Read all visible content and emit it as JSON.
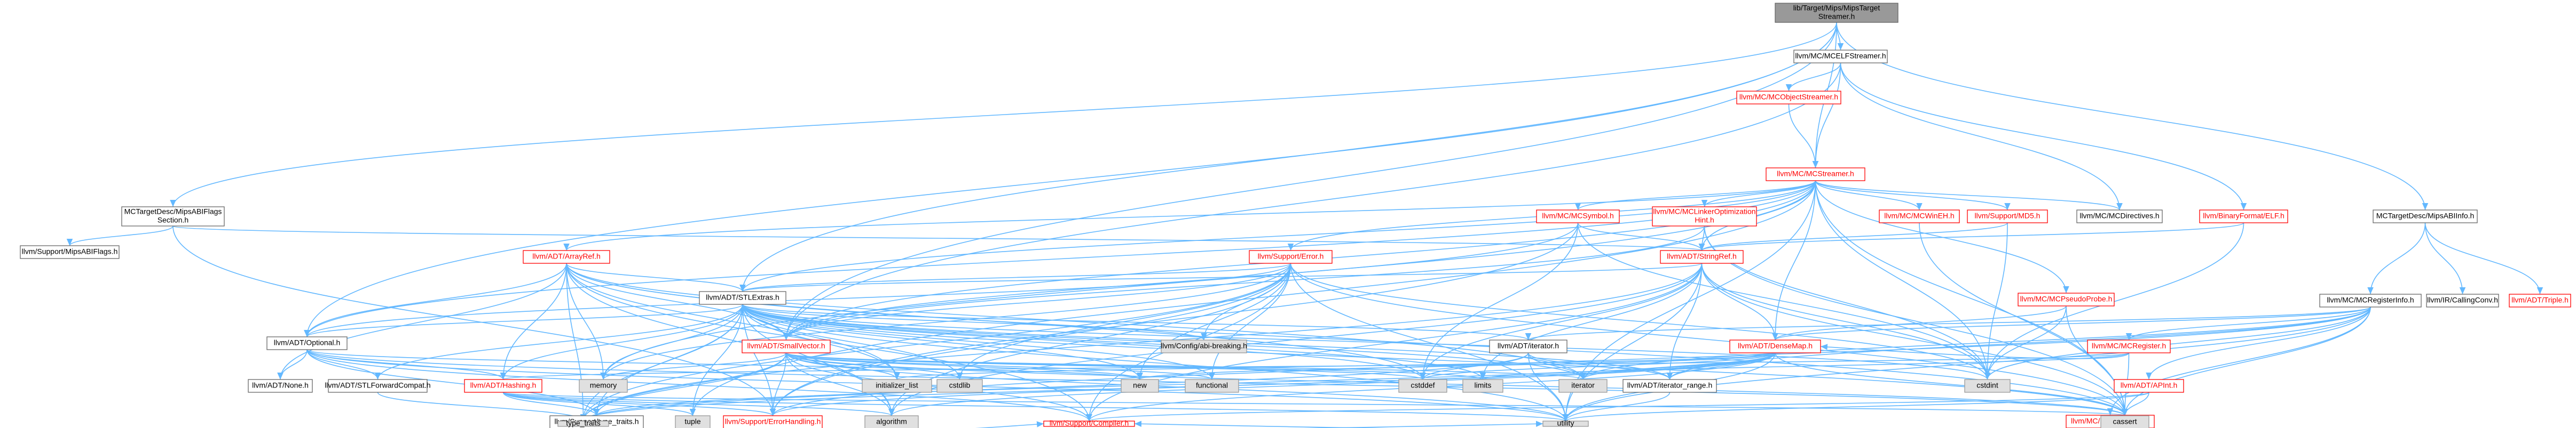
{
  "colors": {
    "edge": "#63b8ff",
    "node_fill": "#ffffff",
    "node_border": "#666666",
    "node_text": "#000000",
    "root_fill": "#999999",
    "highlight_border": "#ff0000",
    "highlight_text": "#ff0000",
    "system_fill": "#e0e0e0",
    "system_border": "#999999"
  },
  "nodes": [
    {
      "id": "root",
      "lines": [
        "lib/Target/Mips/MipsTarget",
        "Streamer.h"
      ],
      "kind": "root"
    },
    {
      "id": "elfstreamer",
      "lines": [
        "llvm/MC/MCELFStreamer.h"
      ],
      "kind": "normal"
    },
    {
      "id": "objectstreamer",
      "lines": [
        "llvm/MC/MCObjectStreamer.h"
      ],
      "kind": "link"
    },
    {
      "id": "mcstreamer",
      "lines": [
        "llvm/MC/MCStreamer.h"
      ],
      "kind": "link"
    },
    {
      "id": "abiflags",
      "lines": [
        "MCTargetDesc/MipsABIFlags",
        "Section.h"
      ],
      "kind": "normal"
    },
    {
      "id": "mipsabiflags",
      "lines": [
        "llvm/Support/MipsABIFlags.h"
      ],
      "kind": "normal"
    },
    {
      "id": "mcsymbol",
      "lines": [
        "llvm/MC/MCSymbol.h"
      ],
      "kind": "link"
    },
    {
      "id": "mclinker",
      "lines": [
        "llvm/MC/MCLinkerOptimization",
        "Hint.h"
      ],
      "kind": "link"
    },
    {
      "id": "winseh",
      "lines": [
        "llvm/MC/MCWinEH.h"
      ],
      "kind": "link"
    },
    {
      "id": "md5",
      "lines": [
        "llvm/Support/MD5.h"
      ],
      "kind": "link"
    },
    {
      "id": "directives",
      "lines": [
        "llvm/MC/MCDirectives.h"
      ],
      "kind": "normal"
    },
    {
      "id": "binaryelf",
      "lines": [
        "llvm/BinaryFormat/ELF.h"
      ],
      "kind": "link"
    },
    {
      "id": "abiinfo",
      "lines": [
        "MCTargetDesc/MipsABIInfo.h"
      ],
      "kind": "normal"
    },
    {
      "id": "arrayref",
      "lines": [
        "llvm/ADT/ArrayRef.h"
      ],
      "kind": "link"
    },
    {
      "id": "error",
      "lines": [
        "llvm/Support/Error.h"
      ],
      "kind": "link"
    },
    {
      "id": "stringref",
      "lines": [
        "llvm/ADT/StringRef.h"
      ],
      "kind": "link"
    },
    {
      "id": "pseudoprobe",
      "lines": [
        "llvm/MC/MCPseudoProbe.h"
      ],
      "kind": "link"
    },
    {
      "id": "registerinfo",
      "lines": [
        "llvm/MC/MCRegisterInfo.h"
      ],
      "kind": "normal"
    },
    {
      "id": "callingconv",
      "lines": [
        "llvm/IR/CallingConv.h"
      ],
      "kind": "normal"
    },
    {
      "id": "triple",
      "lines": [
        "llvm/ADT/Triple.h"
      ],
      "kind": "link"
    },
    {
      "id": "stlextras",
      "lines": [
        "llvm/ADT/STLExtras.h"
      ],
      "kind": "normal"
    },
    {
      "id": "optional",
      "lines": [
        "llvm/ADT/Optional.h"
      ],
      "kind": "normal"
    },
    {
      "id": "smallvector",
      "lines": [
        "llvm/ADT/SmallVector.h"
      ],
      "kind": "link"
    },
    {
      "id": "configbreak",
      "lines": [
        "llvm/Config/abi-breaking.h"
      ],
      "kind": "system"
    },
    {
      "id": "iteratorh",
      "lines": [
        "llvm/ADT/iterator.h"
      ],
      "kind": "normal"
    },
    {
      "id": "densemap",
      "lines": [
        "llvm/ADT/DenseMap.h"
      ],
      "kind": "link"
    },
    {
      "id": "mcregister",
      "lines": [
        "llvm/MC/MCRegister.h"
      ],
      "kind": "link"
    },
    {
      "id": "apint",
      "lines": [
        "llvm/ADT/APInt.h"
      ],
      "kind": "link"
    },
    {
      "id": "lanebitmask",
      "lines": [
        "llvm/MC/LaneBitmask.h"
      ],
      "kind": "link"
    },
    {
      "id": "none",
      "lines": [
        "llvm/ADT/None.h"
      ],
      "kind": "normal"
    },
    {
      "id": "stlforward",
      "lines": [
        "llvm/ADT/STLForwardCompat.h"
      ],
      "kind": "normal"
    },
    {
      "id": "hashing",
      "lines": [
        "llvm/ADT/Hashing.h"
      ],
      "kind": "link"
    },
    {
      "id": "typetraits",
      "lines": [
        "llvm/Support/type_traits.h"
      ],
      "kind": "normal"
    },
    {
      "id": "errorhandling",
      "lines": [
        "llvm/Support/ErrorHandling.h"
      ],
      "kind": "link"
    },
    {
      "id": "compiler",
      "lines": [
        "llvm/Support/Compiler.h"
      ],
      "kind": "link"
    },
    {
      "id": "iterrange",
      "lines": [
        "llvm/ADT/iterator_range.h"
      ],
      "kind": "normal"
    },
    {
      "id": "memory",
      "lines": [
        "memory"
      ],
      "kind": "system"
    },
    {
      "id": "initlist",
      "lines": [
        "initializer_list"
      ],
      "kind": "system"
    },
    {
      "id": "cstdlib",
      "lines": [
        "cstdlib"
      ],
      "kind": "system"
    },
    {
      "id": "new",
      "lines": [
        "new"
      ],
      "kind": "system"
    },
    {
      "id": "functional",
      "lines": [
        "functional"
      ],
      "kind": "system"
    },
    {
      "id": "cstddef",
      "lines": [
        "cstddef"
      ],
      "kind": "system"
    },
    {
      "id": "limits",
      "lines": [
        "limits"
      ],
      "kind": "system"
    },
    {
      "id": "iterator",
      "lines": [
        "iterator"
      ],
      "kind": "system"
    },
    {
      "id": "cstdint",
      "lines": [
        "cstdint"
      ],
      "kind": "system"
    },
    {
      "id": "tuple",
      "lines": [
        "tuple"
      ],
      "kind": "system"
    },
    {
      "id": "algorithm",
      "lines": [
        "algorithm"
      ],
      "kind": "system"
    },
    {
      "id": "cassert",
      "lines": [
        "cassert"
      ],
      "kind": "system"
    },
    {
      "id": "utility",
      "lines": [
        "utility"
      ],
      "kind": "system"
    },
    {
      "id": "typetraitsstd",
      "lines": [
        "type_traits"
      ],
      "kind": "system"
    }
  ],
  "edges": [
    [
      "root",
      "elfstreamer"
    ],
    [
      "root",
      "abiflags"
    ],
    [
      "root",
      "abiinfo"
    ],
    [
      "root",
      "mcstreamer"
    ],
    [
      "root",
      "optional"
    ],
    [
      "root",
      "stlextras"
    ],
    [
      "root",
      "smallvector"
    ],
    [
      "elfstreamer",
      "objectstreamer"
    ],
    [
      "elfstreamer",
      "mcstreamer"
    ],
    [
      "elfstreamer",
      "binaryelf"
    ],
    [
      "elfstreamer",
      "directives"
    ],
    [
      "elfstreamer",
      "smallvector"
    ],
    [
      "objectstreamer",
      "mcstreamer"
    ],
    [
      "abiflags",
      "mipsabiflags"
    ],
    [
      "abiflags",
      "stringref"
    ],
    [
      "abiflags",
      "errorhandling"
    ],
    [
      "mcstreamer",
      "arrayref"
    ],
    [
      "mcstreamer",
      "densemap"
    ],
    [
      "mcstreamer",
      "optional"
    ],
    [
      "mcstreamer",
      "smallvector"
    ],
    [
      "mcstreamer",
      "stringref"
    ],
    [
      "mcstreamer",
      "directives"
    ],
    [
      "mcstreamer",
      "mclinker"
    ],
    [
      "mcstreamer",
      "pseudoprobe"
    ],
    [
      "mcstreamer",
      "winseh"
    ],
    [
      "mcstreamer",
      "error"
    ],
    [
      "mcstreamer",
      "md5"
    ],
    [
      "mcstreamer",
      "mcsymbol"
    ],
    [
      "mcstreamer",
      "cassert"
    ],
    [
      "mcstreamer",
      "cstdint"
    ],
    [
      "mcstreamer",
      "memory"
    ],
    [
      "mcstreamer",
      "tuple"
    ],
    [
      "mcstreamer",
      "utility"
    ],
    [
      "mcstreamer",
      "stlextras"
    ],
    [
      "mcsymbol",
      "stringref"
    ],
    [
      "mcsymbol",
      "smallvector"
    ],
    [
      "mcsymbol",
      "errorhandling"
    ],
    [
      "mcsymbol",
      "cstddef"
    ],
    [
      "mcsymbol",
      "cstdint"
    ],
    [
      "mclinker",
      "smallvector"
    ],
    [
      "mclinker",
      "stringref"
    ],
    [
      "mclinker",
      "cassert"
    ],
    [
      "mclinker",
      "cstdint"
    ],
    [
      "md5",
      "stringref"
    ],
    [
      "md5",
      "cstdint"
    ],
    [
      "binaryelf",
      "stringref"
    ],
    [
      "binaryelf",
      "cstdint"
    ],
    [
      "abiinfo",
      "triple"
    ],
    [
      "abiinfo",
      "callingconv"
    ],
    [
      "abiinfo",
      "registerinfo"
    ],
    [
      "arrayref",
      "hashing"
    ],
    [
      "arrayref",
      "none"
    ],
    [
      "arrayref",
      "smallvector"
    ],
    [
      "arrayref",
      "stlextras"
    ],
    [
      "arrayref",
      "compiler"
    ],
    [
      "arrayref",
      "algorithm"
    ],
    [
      "arrayref",
      "array"
    ],
    [
      "arrayref",
      "cassert"
    ],
    [
      "arrayref",
      "cstddef"
    ],
    [
      "arrayref",
      "initlist"
    ],
    [
      "arrayref",
      "iterator"
    ],
    [
      "arrayref",
      "memory"
    ],
    [
      "arrayref",
      "typetraitsstd"
    ],
    [
      "arrayref",
      "vector"
    ],
    [
      "arrayref",
      "optional"
    ],
    [
      "error",
      "configbreak"
    ],
    [
      "error",
      "stlextras"
    ],
    [
      "error",
      "smallvector"
    ],
    [
      "error",
      "errorhandling"
    ],
    [
      "error",
      "compiler"
    ],
    [
      "error",
      "algorithm"
    ],
    [
      "error",
      "cassert"
    ],
    [
      "error",
      "cstdint"
    ],
    [
      "error",
      "cstdlib"
    ],
    [
      "error",
      "functional"
    ],
    [
      "error",
      "memory"
    ],
    [
      "error",
      "new"
    ],
    [
      "error",
      "optional"
    ],
    [
      "error",
      "string"
    ],
    [
      "error",
      "system_error"
    ],
    [
      "error",
      "typetraitsstd"
    ],
    [
      "error",
      "utility"
    ],
    [
      "error",
      "vector"
    ],
    [
      "stringref",
      "stlextras"
    ],
    [
      "stringref",
      "iterrange"
    ],
    [
      "stringref",
      "compiler"
    ],
    [
      "stringref",
      "algorithm"
    ],
    [
      "stringref",
      "cassert"
    ],
    [
      "stringref",
      "cstddef"
    ],
    [
      "stringref",
      "cstring"
    ],
    [
      "stringref",
      "limits"
    ],
    [
      "stringref",
      "string"
    ],
    [
      "stringref",
      "typetraitsstd"
    ],
    [
      "stringref",
      "utility"
    ],
    [
      "stringref",
      "densemap"
    ],
    [
      "stringref",
      "cstdint"
    ],
    [
      "stlextras",
      "optional"
    ],
    [
      "stlextras",
      "stlforward"
    ],
    [
      "stlextras",
      "iteratorh"
    ],
    [
      "stlextras",
      "iterrange"
    ],
    [
      "stlextras",
      "configbreak"
    ],
    [
      "stlextras",
      "errorhandling"
    ],
    [
      "stlextras",
      "algorithm"
    ],
    [
      "stlextras",
      "cassert"
    ],
    [
      "stlextras",
      "cstddef"
    ],
    [
      "stlextras",
      "cstdint"
    ],
    [
      "stlextras",
      "cstdlib"
    ],
    [
      "stlextras",
      "functional"
    ],
    [
      "stlextras",
      "initlist"
    ],
    [
      "stlextras",
      "iterator"
    ],
    [
      "stlextras",
      "limits"
    ],
    [
      "stlextras",
      "memory"
    ],
    [
      "stlextras",
      "tuple"
    ],
    [
      "stlextras",
      "typetraitsstd"
    ],
    [
      "stlextras",
      "utility"
    ],
    [
      "stlextras",
      "smallvector"
    ],
    [
      "stlextras",
      "hashing"
    ],
    [
      "stlextras",
      "typetraits"
    ],
    [
      "stlextras",
      "new"
    ],
    [
      "optional",
      "none"
    ],
    [
      "optional",
      "stlforward"
    ],
    [
      "optional",
      "typetraits"
    ],
    [
      "optional",
      "compiler"
    ],
    [
      "optional",
      "cassert"
    ],
    [
      "optional",
      "new"
    ],
    [
      "optional",
      "utility"
    ],
    [
      "optional",
      "hashing"
    ],
    [
      "smallvector",
      "compiler"
    ],
    [
      "smallvector",
      "typetraits"
    ],
    [
      "smallvector",
      "algorithm"
    ],
    [
      "smallvector",
      "cassert"
    ],
    [
      "smallvector",
      "cstddef"
    ],
    [
      "smallvector",
      "cstdlib"
    ],
    [
      "smallvector",
      "cstring"
    ],
    [
      "smallvector",
      "functional"
    ],
    [
      "smallvector",
      "initlist"
    ],
    [
      "smallvector",
      "iterator"
    ],
    [
      "smallvector",
      "limits"
    ],
    [
      "smallvector",
      "memory"
    ],
    [
      "smallvector",
      "new"
    ],
    [
      "smallvector",
      "typetraitsstd"
    ],
    [
      "smallvector",
      "utility"
    ],
    [
      "smallvector",
      "errorhandling"
    ],
    [
      "iteratorh",
      "iterrange"
    ],
    [
      "iteratorh",
      "cstddef"
    ],
    [
      "iteratorh",
      "iterator"
    ],
    [
      "iteratorh",
      "typetraitsstd"
    ],
    [
      "iteratorh",
      "utility"
    ],
    [
      "densemap",
      "compiler"
    ],
    [
      "densemap",
      "typetraits"
    ],
    [
      "densemap",
      "errorhandling"
    ],
    [
      "densemap",
      "algorithm"
    ],
    [
      "densemap",
      "cassert"
    ],
    [
      "densemap",
      "cstddef"
    ],
    [
      "densemap",
      "initlist"
    ],
    [
      "densemap",
      "iterator"
    ],
    [
      "densemap",
      "new"
    ],
    [
      "densemap",
      "typetraitsstd"
    ],
    [
      "densemap",
      "utility"
    ],
    [
      "densemap",
      "iterrange"
    ],
    [
      "registerinfo",
      "mcregister"
    ],
    [
      "registerinfo",
      "lanebitmask"
    ],
    [
      "registerinfo",
      "iteratorh"
    ],
    [
      "registerinfo",
      "iterrange"
    ],
    [
      "registerinfo",
      "errorhandling"
    ],
    [
      "registerinfo",
      "cassert"
    ],
    [
      "registerinfo",
      "cstdint"
    ],
    [
      "registerinfo",
      "iterator"
    ],
    [
      "registerinfo",
      "utility"
    ],
    [
      "registerinfo",
      "densemap"
    ],
    [
      "registerinfo",
      "apint"
    ],
    [
      "mcregister",
      "densemap"
    ],
    [
      "mcregister",
      "hashing"
    ],
    [
      "mcregister",
      "cassert"
    ],
    [
      "mcregister",
      "limits"
    ],
    [
      "apint",
      "compiler"
    ],
    [
      "apint",
      "cassert"
    ],
    [
      "apint",
      "climits"
    ],
    [
      "apint",
      "cstring"
    ],
    [
      "apint",
      "utility"
    ],
    [
      "lanebitmask",
      "compiler"
    ],
    [
      "hashing",
      "errorhandling"
    ],
    [
      "hashing",
      "typetraits"
    ],
    [
      "hashing",
      "algorithm"
    ],
    [
      "hashing",
      "cassert"
    ],
    [
      "hashing",
      "cstring"
    ],
    [
      "hashing",
      "string"
    ],
    [
      "hashing",
      "tuple"
    ],
    [
      "hashing",
      "utility"
    ],
    [
      "stlforward",
      "typetraitsstd"
    ],
    [
      "typetraits",
      "typetraitsstd"
    ],
    [
      "typetraits",
      "utility"
    ],
    [
      "errorhandling",
      "compiler"
    ],
    [
      "iterrange",
      "utility"
    ],
    [
      "pseudoprobe",
      "cassert"
    ],
    [
      "pseudoprobe",
      "cstdint"
    ],
    [
      "pseudoprobe",
      "densemap"
    ],
    [
      "winseh",
      "cassert"
    ]
  ]
}
